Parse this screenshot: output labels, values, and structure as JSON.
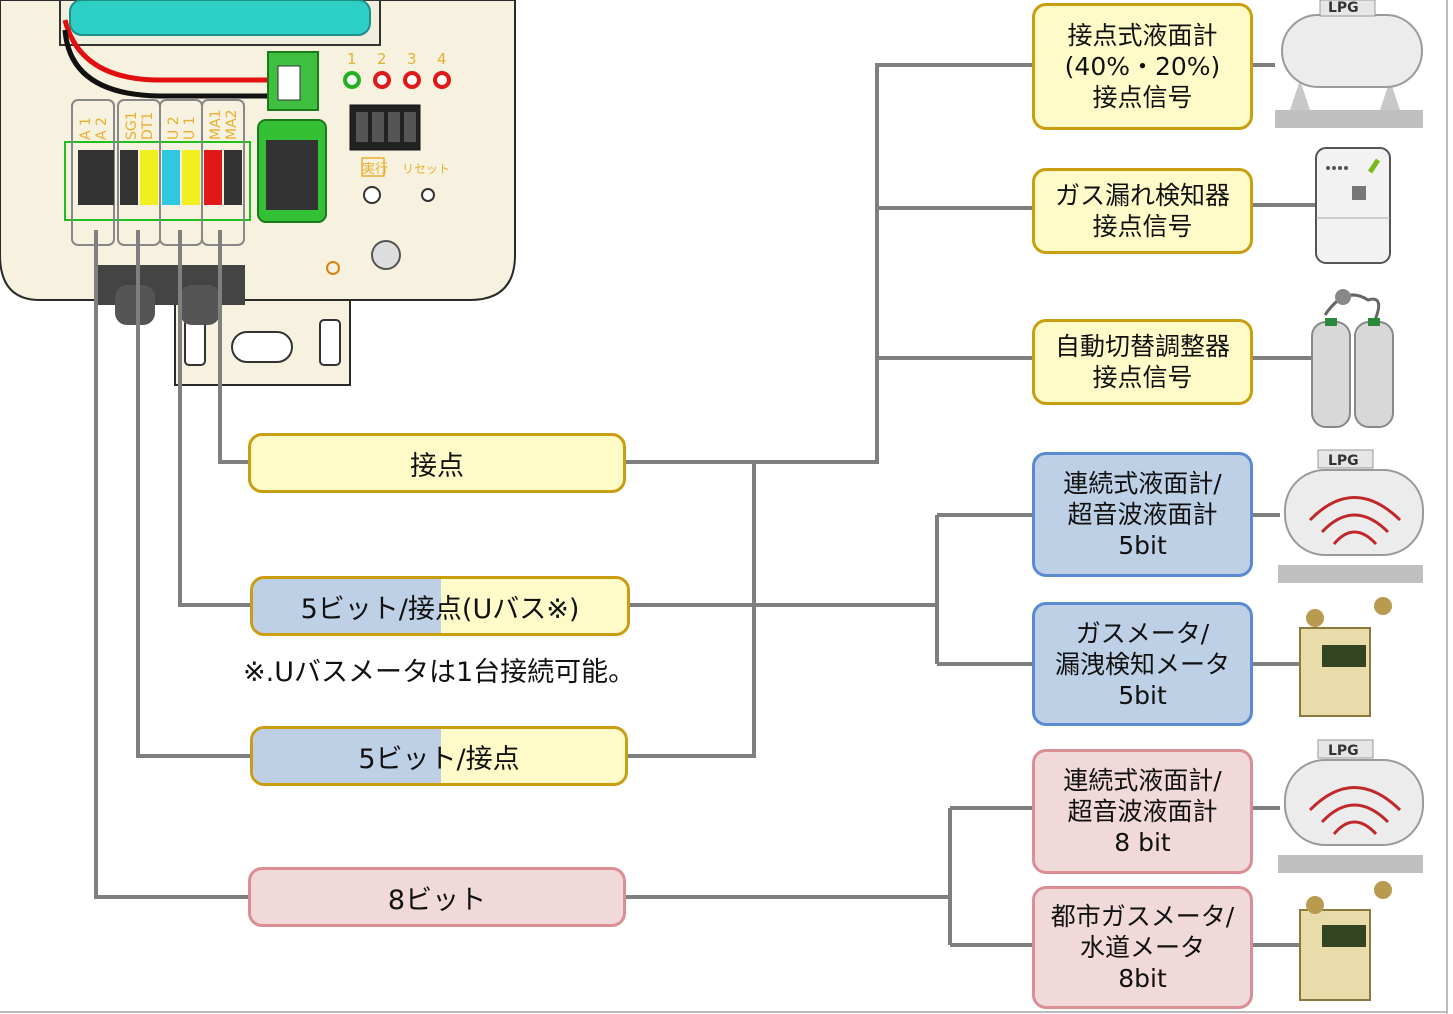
{
  "devices": {
    "float_gauge": "接点式液面計\n(40%・20%)\n接点信号",
    "gas_leak_detector": "ガス漏れ検知器\n接点信号",
    "auto_switch_regulator": "自動切替調整器\n接点信号",
    "continuous_gauge_5bit": "連続式液面計/\n超音波液面計\n5bit",
    "gas_meter_5bit": "ガスメータ/\n漏洩検知メータ\n5bit",
    "continuous_gauge_8bit": "連続式液面計/\n超音波液面計\n8 bit",
    "city_gas_water_meter": "都市ガスメータ/\n水道メータ\n8bit"
  },
  "hubs": {
    "contact": "接点",
    "five_bit_ubus_left": "5ビット/",
    "five_bit_ubus_right": "接点(Uバス※)",
    "five_bit_left": "5ビット/",
    "five_bit_right": "接点",
    "eight_bit": "8ビット"
  },
  "note": "※.Uバスメータは1台接続可能。",
  "terminal_labels": {
    "a": "A 1\nA 2",
    "sg": "SG1\nDT1",
    "u": "U 2\nU 1",
    "ma": "MA1\nMA2",
    "led_numbers": [
      "1",
      "2",
      "3",
      "4"
    ],
    "exec": "実行",
    "reset": "リセット"
  },
  "icon_text": {
    "lpg": "LPG"
  },
  "colors": {
    "contact_fill": "#fefbc8",
    "contact_border": "#c99e10",
    "bit5_fill": "#bed0e6",
    "bit5_border": "#5a8bd0",
    "bit8_fill": "#f1d9d9",
    "bit8_border": "#d98f94",
    "wire": "#7f7f7f"
  }
}
